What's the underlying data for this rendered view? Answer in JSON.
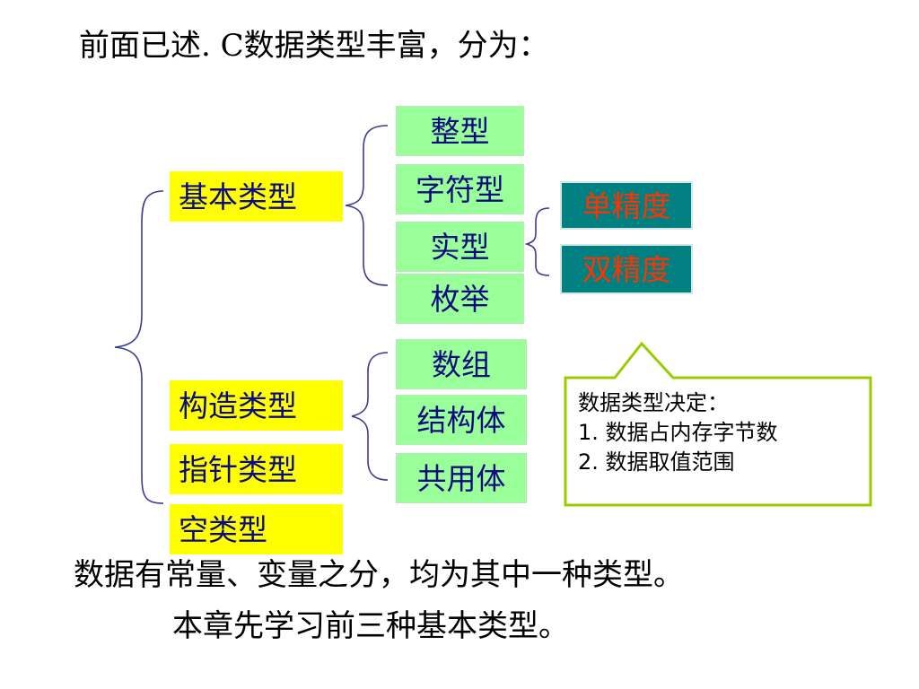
{
  "title": "前面已述. C数据类型丰富，分为：",
  "categories": {
    "basic": "基本类型",
    "constructed": "构造类型",
    "pointer": "指针类型",
    "void": "空类型"
  },
  "basic_subtypes": {
    "int": "整型",
    "char": "字符型",
    "real": "实型",
    "enum": "枚举"
  },
  "real_subtypes": {
    "single": "单精度",
    "double": "双精度"
  },
  "constructed_subtypes": {
    "array": "数组",
    "struct": "结构体",
    "union": "共用体"
  },
  "callout": {
    "heading": "数据类型决定：",
    "line1": "1. 数据占内存字节数",
    "line2": "2. 数据取值范围"
  },
  "notes": {
    "line1": "数据有常量、变量之分，均为其中一种类型。",
    "line2": "本章先学习前三种基本类型。"
  },
  "colors": {
    "category_fill": "#ffff00",
    "subtype_fill": "#99ff99",
    "precision_fill": "#008080",
    "precision_text": "#ff3300",
    "label_text": "#0b0b80",
    "brace": "#3b3b8f",
    "callout_border": "#99cc00"
  }
}
